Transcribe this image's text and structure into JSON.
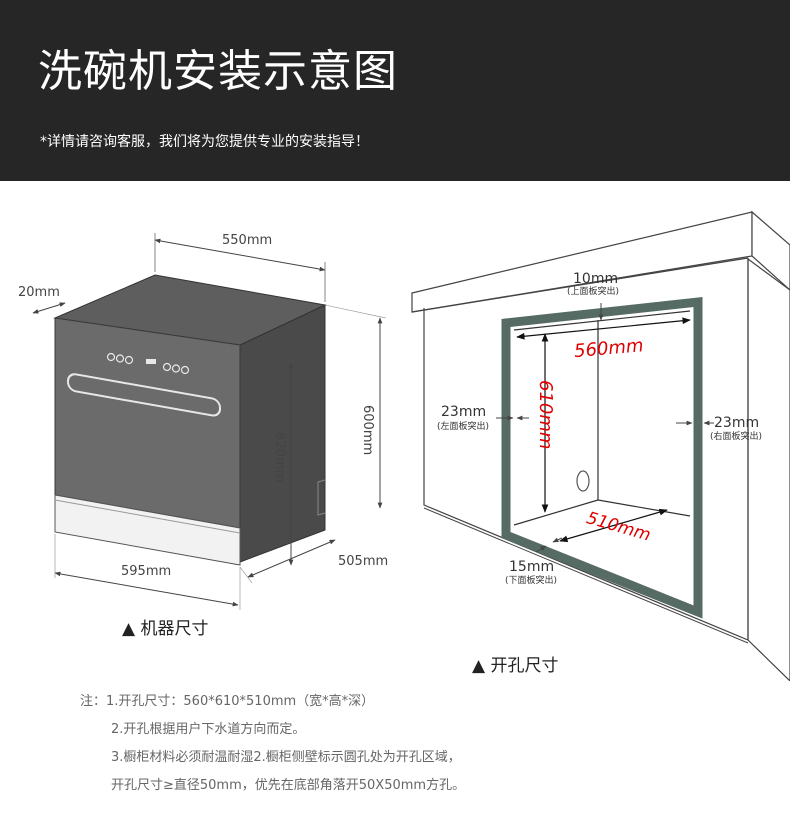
{
  "header": {
    "title": "洗碗机安装示意图",
    "subtitle": "*详情请咨询客服，我们将为您提供专业的安装指导！"
  },
  "machine": {
    "caption": "▲ 机器尺寸",
    "dims": {
      "top_width": "550mm",
      "panel_depth": "20mm",
      "height_right": "600mm",
      "height_inner": "620mm",
      "depth_bottom": "505mm",
      "width_bottom": "595mm"
    }
  },
  "cabinet": {
    "caption": "▲ 开孔尺寸",
    "dims": {
      "top_protrusion": "10mm",
      "top_protrusion_note": "(上面板突出)",
      "width": "560mm",
      "height": "610mm",
      "left_protrusion": "23mm",
      "left_protrusion_note": "(左面板突出)",
      "right_protrusion": "23mm",
      "right_protrusion_note": "(右面板突出)",
      "depth": "510mm",
      "bottom_protrusion": "15mm",
      "bottom_protrusion_note": "(下面板突出)"
    },
    "accent_color": "#e00000",
    "frame_color": "#556b63"
  },
  "notes": [
    "注：1.开孔尺寸：560*610*510mm（宽*高*深）",
    "2.开孔根据用户下水道方向而定。",
    "3.橱柜材料必须耐温耐湿2.橱柜侧壁标示圆孔处为开孔区域，",
    "开孔尺寸≥直径50mm，优先在底部角落开50X50mm方孔。"
  ]
}
